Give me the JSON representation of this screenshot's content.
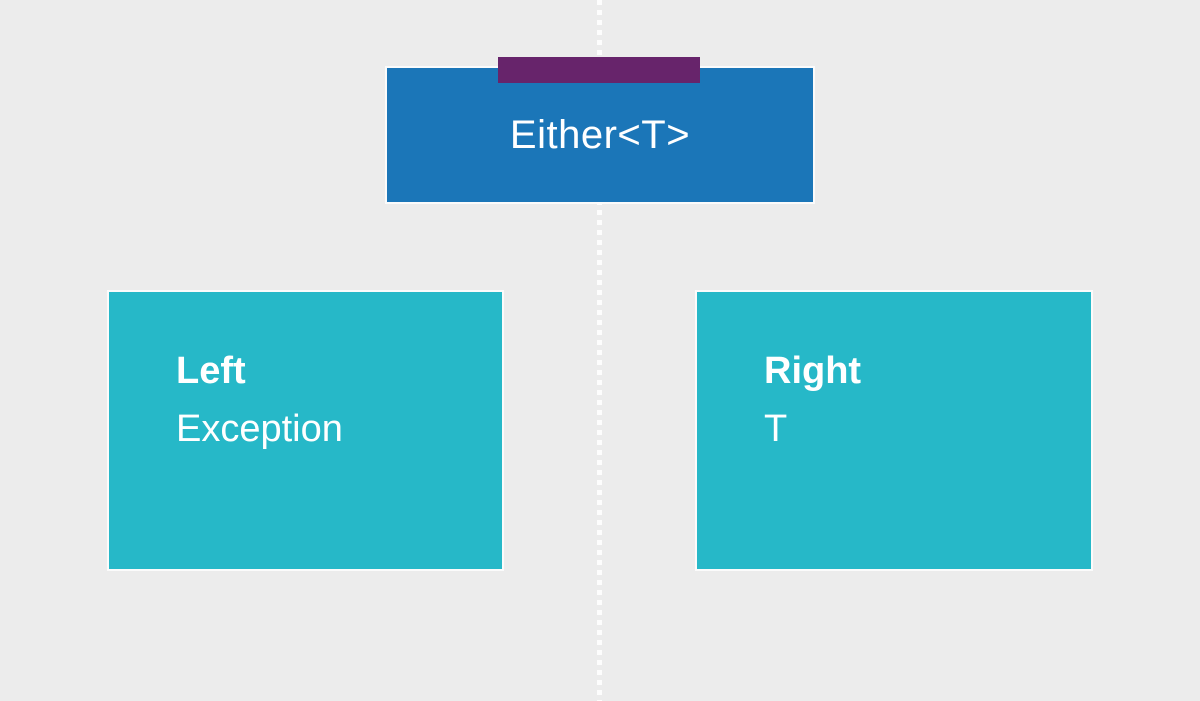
{
  "canvas": {
    "background": "#ececec"
  },
  "divider": {
    "style": "dotted-vertical",
    "color": "#fdfdfd"
  },
  "root_node": {
    "label": "Either<T>",
    "fill": "#1b76b8",
    "tab_fill": "#67246b",
    "text_color": "#ffffff"
  },
  "branch_nodes": [
    {
      "id": "left",
      "title": "Left",
      "subtitle": "Exception",
      "fill": "#26b8c8",
      "text_color": "#ffffff"
    },
    {
      "id": "right",
      "title": "Right",
      "subtitle": "T",
      "fill": "#26b8c8",
      "text_color": "#ffffff"
    }
  ]
}
